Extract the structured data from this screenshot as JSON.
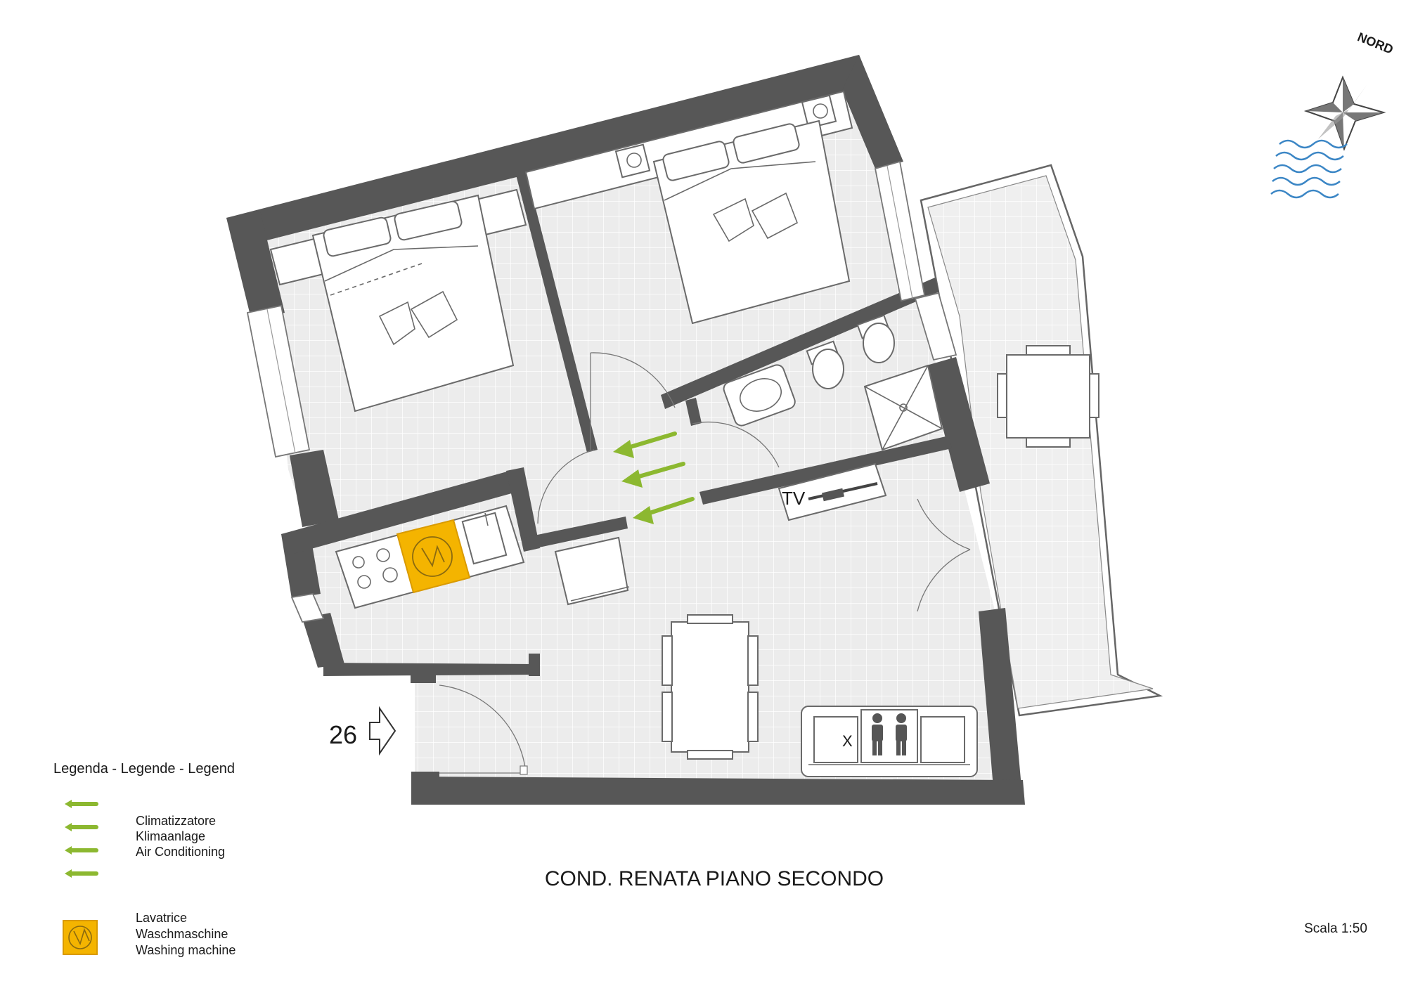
{
  "title": "COND. RENATA PIANO SECONDO",
  "scale": "Scala 1:50",
  "compass": {
    "label": "NORD",
    "icon": "compass-rose-icon"
  },
  "entrance": {
    "number": "26"
  },
  "tv_label": "TV",
  "sofa_mark": "X",
  "legend": {
    "heading": "Legenda - Legende - Legend",
    "items": [
      {
        "icon": "air-conditioning-arrow-icon",
        "color": "#8cb830",
        "lines": [
          "Climatizzatore",
          "Klimaanlage",
          "Air Conditioning"
        ]
      },
      {
        "icon": "washing-machine-icon",
        "color": "#f4b400",
        "lines": [
          "Lavatrice",
          "Waschmaschine",
          "Washing machine"
        ]
      }
    ]
  },
  "colors": {
    "wall": "#575757",
    "floor": "#ececec",
    "accent_green": "#8cb830",
    "washer_yellow": "#f4b400",
    "sea_blue": "#3b86c5"
  }
}
